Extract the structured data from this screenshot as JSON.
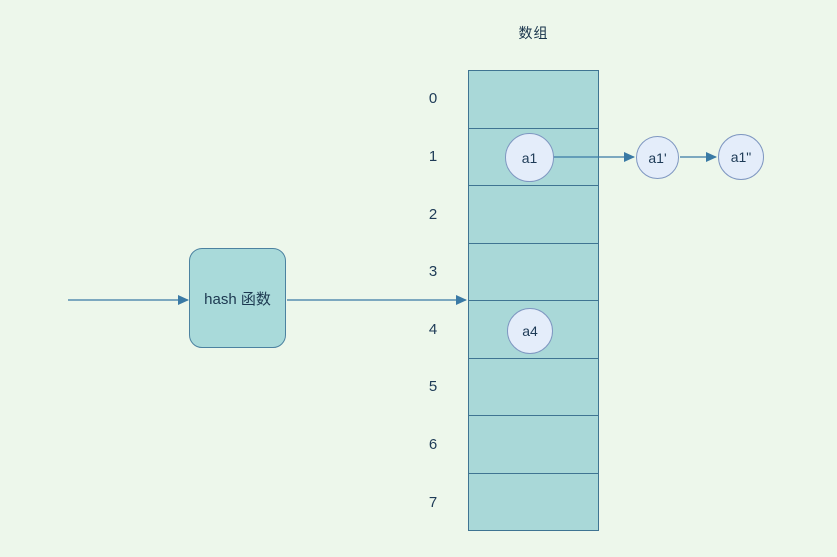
{
  "title": "数组",
  "hash_box": {
    "label": "hash 函数"
  },
  "array_indices": [
    "0",
    "1",
    "2",
    "3",
    "4",
    "5",
    "6",
    "7"
  ],
  "nodes": [
    {
      "id": "a1",
      "label": "a1",
      "slot": "1"
    },
    {
      "id": "a1p",
      "label": "a1'",
      "slot": "chain-of-1"
    },
    {
      "id": "a1pp",
      "label": "a1\"",
      "slot": "chain-of-1"
    },
    {
      "id": "a4",
      "label": "a4",
      "slot": "4"
    }
  ],
  "colors": {
    "background": "#edf7eb",
    "cell_fill": "#a9d8d8",
    "cell_stroke": "#3f7492",
    "box_fill": "#a9dada",
    "box_stroke": "#4c82a0",
    "arrow": "#3a7aa5",
    "node_fill": "#e4edfa",
    "node_stroke": "#7f97c1",
    "text": "#17324b"
  }
}
